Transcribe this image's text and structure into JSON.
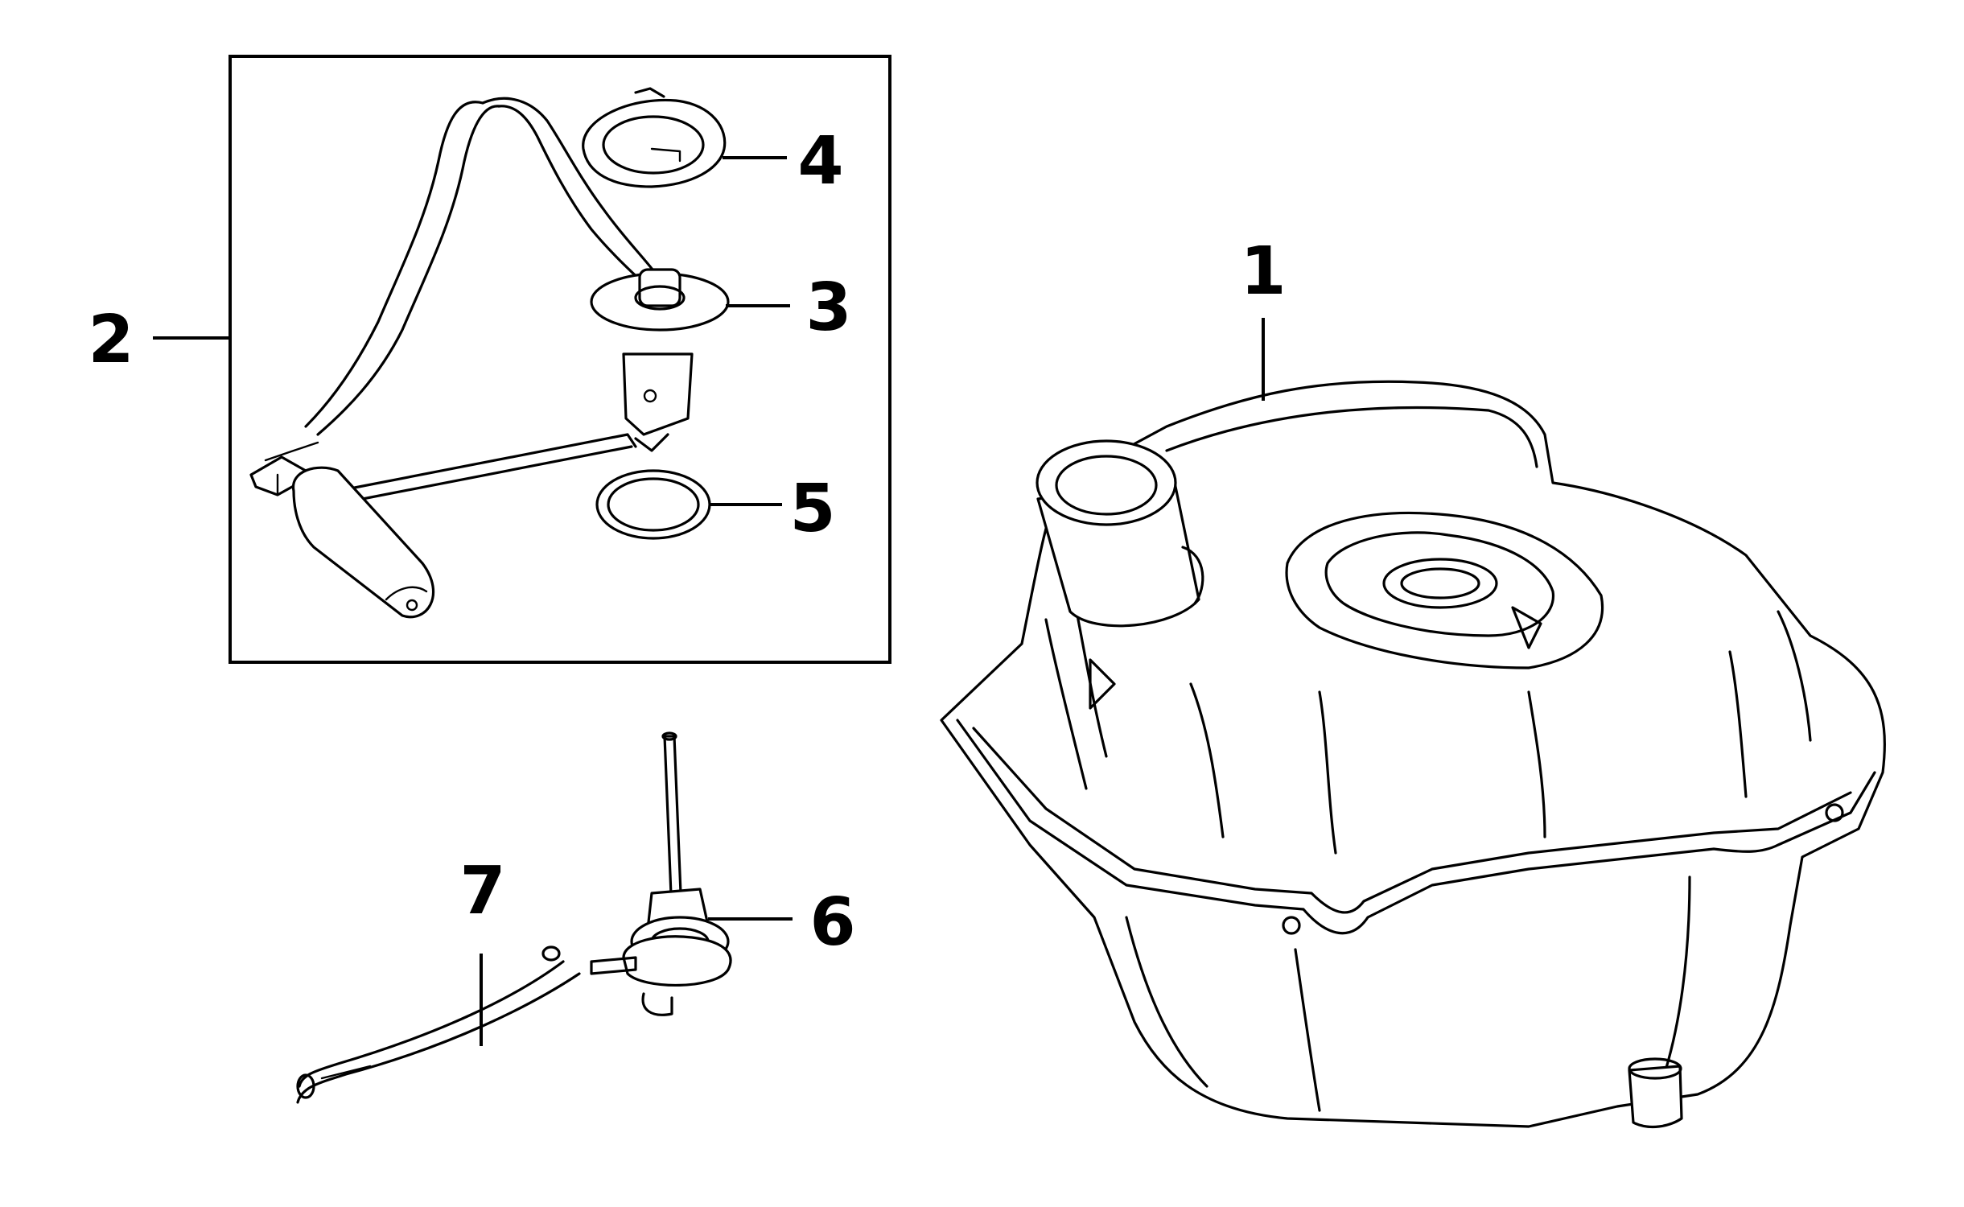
{
  "callouts": {
    "c1": "1",
    "c2": "2",
    "c3": "3",
    "c4": "4",
    "c5": "5",
    "c6": "6",
    "c7": "7"
  },
  "icons": {
    "fuel_tank": "fuel-tank-drawing",
    "fuel_gauge_sender": "fuel-level-sender-drawing",
    "lock_ring": "lock-ring-drawing",
    "sender_flange": "sender-flange-drawing",
    "o_ring": "o-ring-drawing",
    "fuel_cock": "fuel-cock-drawing",
    "vacuum_hose": "vacuum-hose-drawing"
  },
  "colors": {
    "line": "#000000",
    "background": "#ffffff"
  }
}
